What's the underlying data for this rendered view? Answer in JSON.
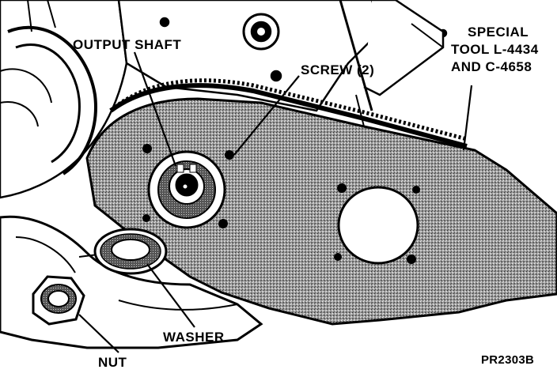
{
  "diagram": {
    "labels": {
      "output_shaft": "OUTPUT SHAFT",
      "screw": "SCREW (2)",
      "special_tool_line1": "SPECIAL",
      "special_tool_line2": "TOOL L-4434",
      "special_tool_line3": "AND C-4658",
      "washer": "WASHER",
      "nut": "NUT",
      "figure_code": "PR2303B"
    },
    "colors": {
      "ink": "#000000",
      "paper": "#ffffff",
      "stipple": "#8a8a8a"
    }
  }
}
